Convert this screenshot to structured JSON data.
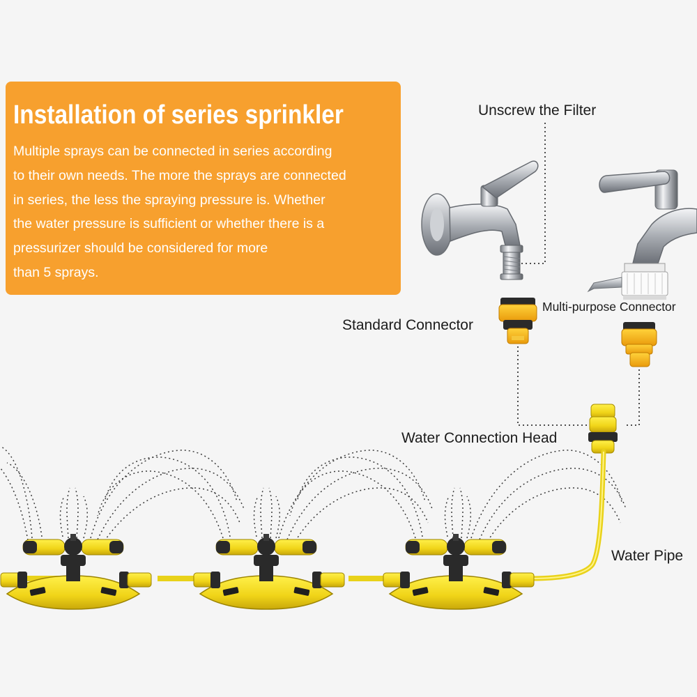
{
  "title": "Installation of series sprinkler",
  "description_lines": [
    "Multiple sprays can be connected in series according",
    "to their own needs. The more the sprays are connected",
    "in series, the less the spraying pressure is. Whether",
    "the water pressure is sufficient or whether there is a",
    "pressurizer should be considered for more",
    "than 5 sprays."
  ],
  "labels": {
    "unscrew_filter": "Unscrew the Filter",
    "standard_connector": "Standard Connector",
    "multi_purpose_connector": "Multi-purpose Connector",
    "water_connection_head": "Water Connection Head",
    "water_pipe": "Water Pipe"
  },
  "colors": {
    "accent_orange": "#f7a02e",
    "sprinkler_yellow": "#f2dc1f",
    "dotted_line": "#555555"
  },
  "sprinkler_count": 3
}
